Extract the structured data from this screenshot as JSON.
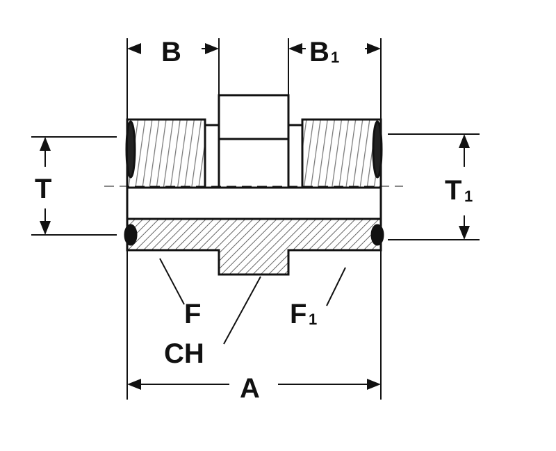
{
  "diagram": {
    "labels": {
      "B": "B",
      "B1": "B",
      "B1_sub": "1",
      "T": "T",
      "T1": "T",
      "T1_sub": "1",
      "F": "F",
      "F1": "F",
      "F1_sub": "1",
      "CH": "CH",
      "A": "A"
    },
    "colors": {
      "line": "#111111",
      "fill": "#ffffff",
      "hatch": "#555555"
    }
  }
}
